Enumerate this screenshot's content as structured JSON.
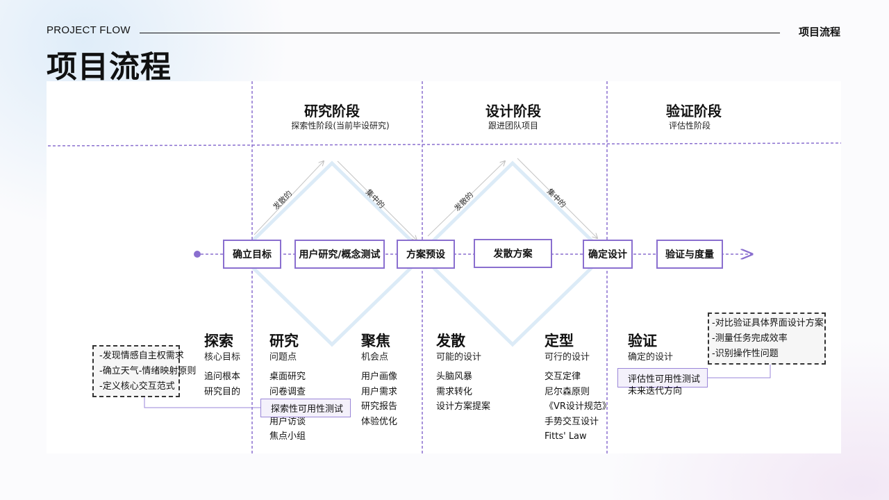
{
  "header": {
    "brand": "PROJECT FLOW",
    "right_title": "项目流程",
    "page_title": "项目流程"
  },
  "phases": [
    {
      "title": "研究阶段",
      "subtitle": "探索性阶段(当前毕设研究)"
    },
    {
      "title": "设计阶段",
      "subtitle": "跟进团队项目"
    },
    {
      "title": "验证阶段",
      "subtitle": "评估性阶段"
    }
  ],
  "arrow_labels": [
    "发散的",
    "集中的",
    "发散的",
    "集中的"
  ],
  "flow_steps": [
    "确立目标",
    "用户研究/概念测试",
    "方案预设",
    "发散方案",
    "确定设计",
    "验证与度量"
  ],
  "columns": [
    {
      "title": "探索",
      "subtitle": "核心目标",
      "items": [
        "追问根本",
        "研究目的"
      ]
    },
    {
      "title": "研究",
      "subtitle": "问题点",
      "items": [
        "桌面研究",
        "问卷调查",
        "探索性可用性测试",
        "用户访谈",
        "焦点小组"
      ]
    },
    {
      "title": "聚焦",
      "subtitle": "机会点",
      "items": [
        "用户画像",
        "用户需求",
        "研究报告",
        "体验优化"
      ]
    },
    {
      "title": "发散",
      "subtitle": "可能的设计",
      "items": [
        "头脑风暴",
        "需求转化",
        "设计方案提案"
      ]
    },
    {
      "title": "定型",
      "subtitle": "可行的设计",
      "items": [
        "交互定律",
        "尼尔森原则",
        "《VR设计规范》",
        "手势交互设计",
        "Fitts' Law"
      ]
    },
    {
      "title": "验证",
      "subtitle": "确定的设计",
      "items": [
        "评估性可用性测试",
        "未来迭代方向"
      ]
    }
  ],
  "notes": {
    "left": [
      "-发现情感自主权需求",
      "-确立天气-情绪映射原则",
      "-定义核心交互范式"
    ],
    "right": [
      "-对比验证具体界面设计方案",
      "-测量任务完成效率",
      "-识别操作性问题"
    ]
  },
  "colors": {
    "accent": "#8a6fcf",
    "diamond": "#dcebf7",
    "text": "#111111"
  }
}
